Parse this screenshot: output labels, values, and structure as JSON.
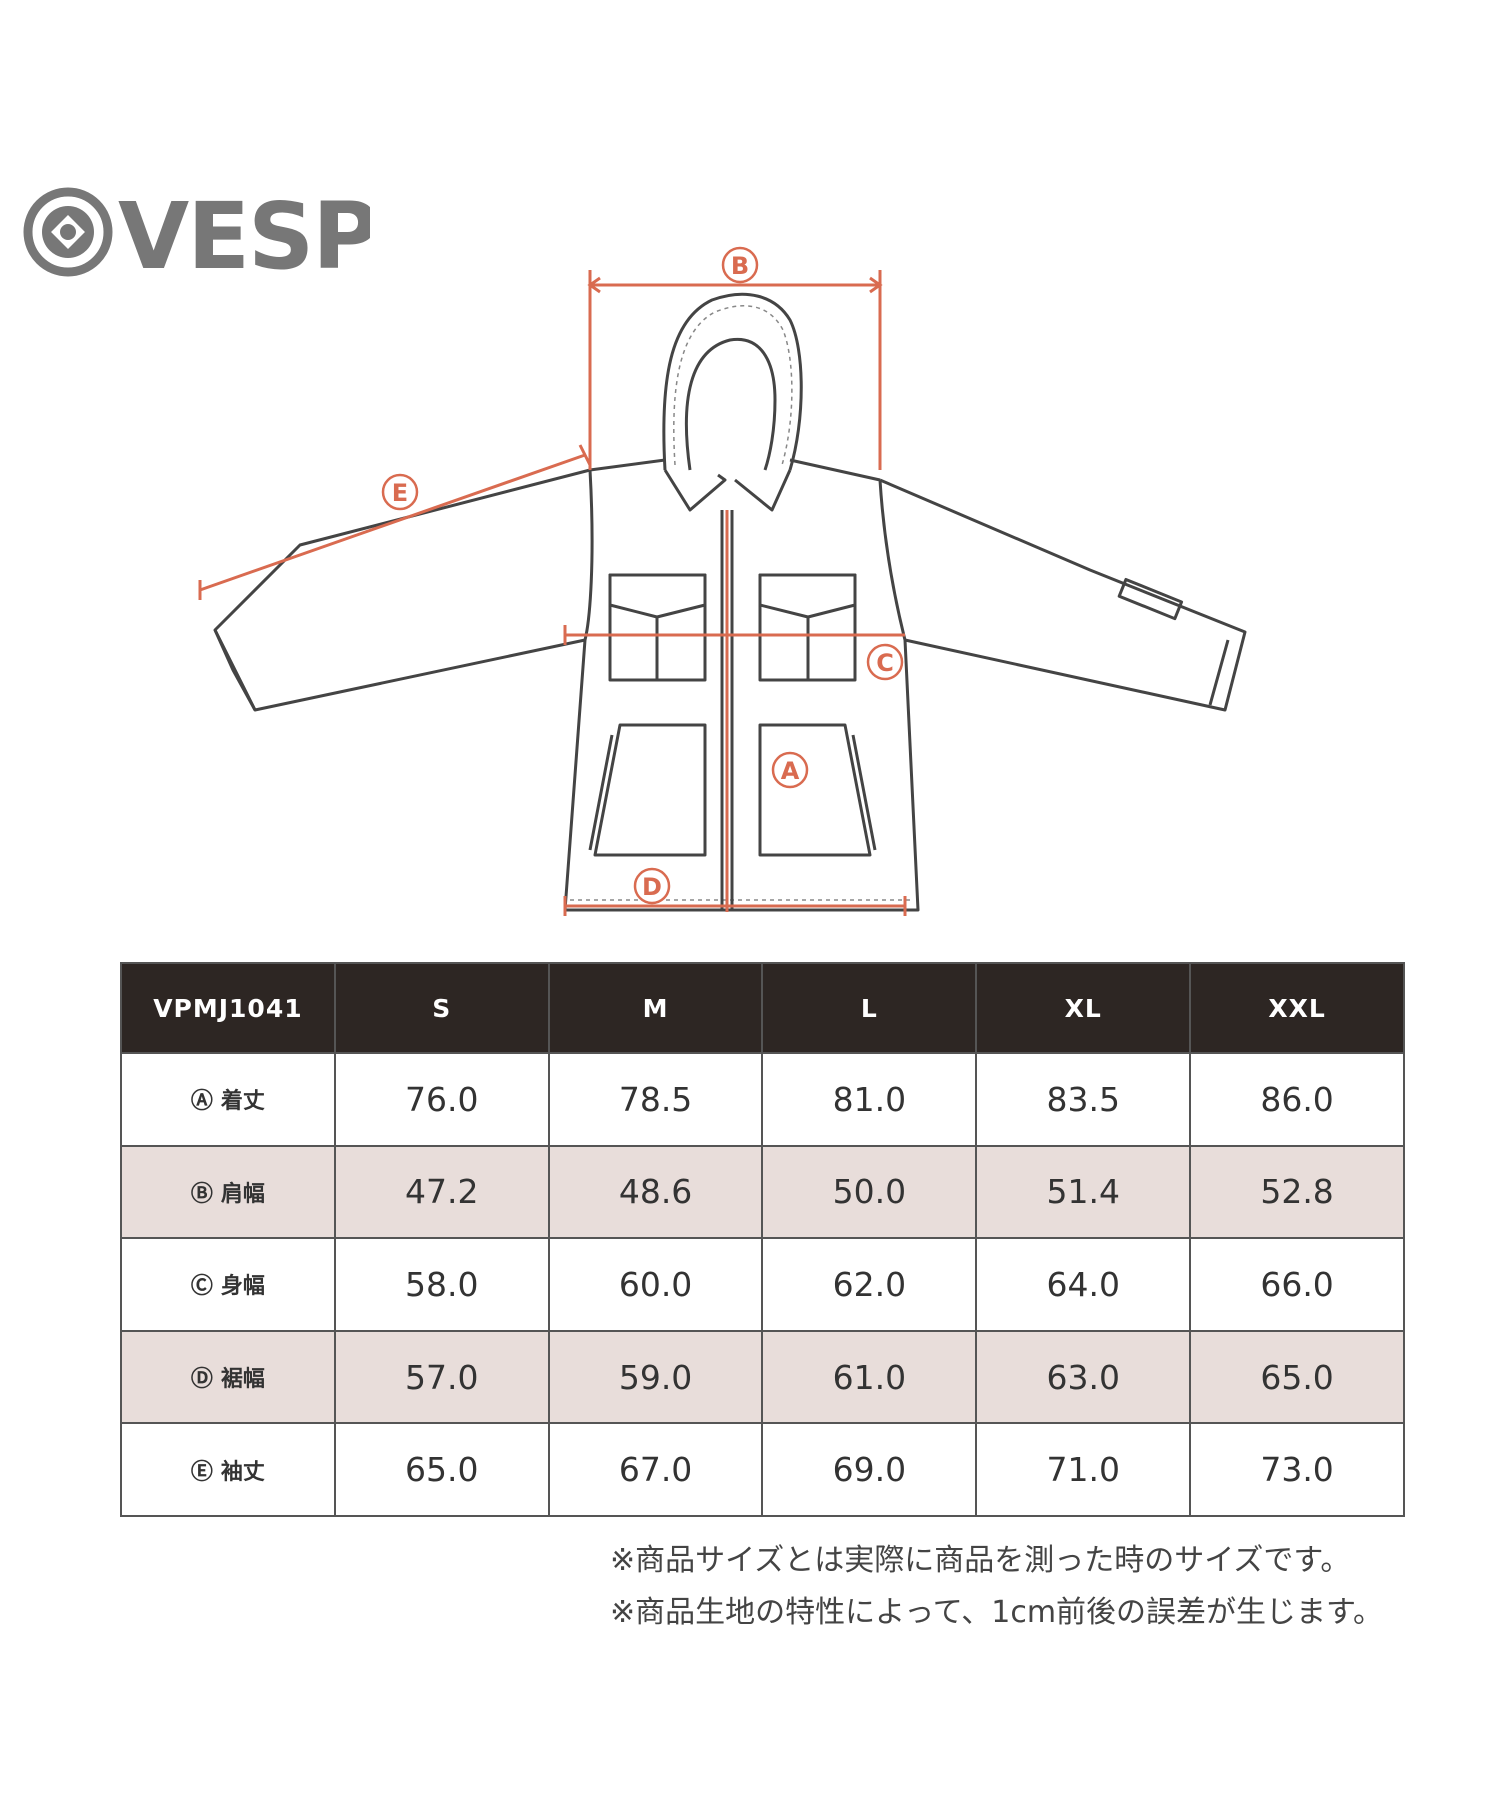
{
  "brand": {
    "name": "VESP",
    "logo_icon": "vesp-emblem-icon"
  },
  "diagram": {
    "markers": {
      "A": "A",
      "B": "B",
      "C": "C",
      "D": "D",
      "E": "E"
    },
    "colors": {
      "measure": "#d96b50",
      "outline": "#444444"
    }
  },
  "table": {
    "headers": [
      "VPMJ1041",
      "S",
      "M",
      "L",
      "XL",
      "XXL"
    ],
    "rows": [
      {
        "mark": "Ⓐ",
        "label": "着丈",
        "values": [
          "76.0",
          "78.5",
          "81.0",
          "83.5",
          "86.0"
        ]
      },
      {
        "mark": "Ⓑ",
        "label": "肩幅",
        "values": [
          "47.2",
          "48.6",
          "50.0",
          "51.4",
          "52.8"
        ]
      },
      {
        "mark": "Ⓒ",
        "label": "身幅",
        "values": [
          "58.0",
          "60.0",
          "62.0",
          "64.0",
          "66.0"
        ]
      },
      {
        "mark": "Ⓓ",
        "label": "裾幅",
        "values": [
          "57.0",
          "59.0",
          "61.0",
          "63.0",
          "65.0"
        ]
      },
      {
        "mark": "Ⓔ",
        "label": "袖丈",
        "values": [
          "65.0",
          "67.0",
          "69.0",
          "71.0",
          "73.0"
        ]
      }
    ],
    "colors": {
      "header_bg": "#2d2623",
      "alt_row_bg": "#e8ddda"
    }
  },
  "notes": [
    "※商品サイズとは実際に商品を測った時のサイズです。",
    "※商品生地の特性によって、1cm前後の誤差が生じます。"
  ]
}
